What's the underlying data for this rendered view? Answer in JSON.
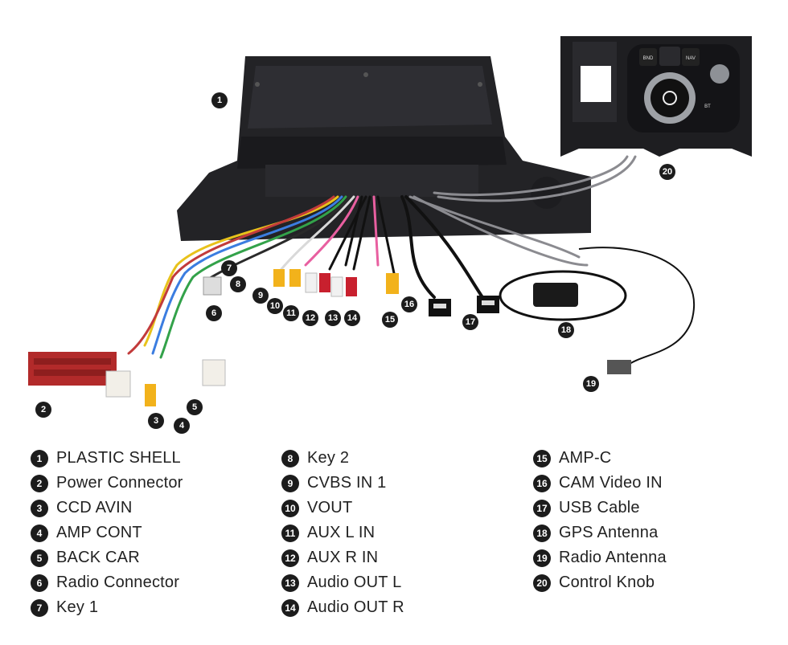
{
  "legend": [
    {
      "num": "1",
      "label": "PLASTIC SHELL"
    },
    {
      "num": "2",
      "label": "Power Connector"
    },
    {
      "num": "3",
      "label": "CCD AVIN"
    },
    {
      "num": "4",
      "label": "AMP CONT"
    },
    {
      "num": "5",
      "label": "BACK CAR"
    },
    {
      "num": "6",
      "label": "Radio Connector"
    },
    {
      "num": "7",
      "label": "Key 1"
    },
    {
      "num": "8",
      "label": "Key 2"
    },
    {
      "num": "9",
      "label": "CVBS IN 1"
    },
    {
      "num": "10",
      "label": "VOUT"
    },
    {
      "num": "11",
      "label": "AUX L IN"
    },
    {
      "num": "12",
      "label": "AUX R IN"
    },
    {
      "num": "13",
      "label": "Audio OUT L"
    },
    {
      "num": "14",
      "label": "Audio OUT R"
    },
    {
      "num": "15",
      "label": "AMP-C"
    },
    {
      "num": "16",
      "label": "CAM Video IN"
    },
    {
      "num": "17",
      "label": "USB Cable"
    },
    {
      "num": "18",
      "label": "GPS Antenna"
    },
    {
      "num": "19",
      "label": "Radio Antenna"
    },
    {
      "num": "20",
      "label": "Control Knob"
    }
  ],
  "knob_panel": {
    "bnd": "BND",
    "nav": "NAV",
    "bt": "BT"
  },
  "colors": {
    "shell": "#232326",
    "connector_red": "#b22a2a",
    "rca_yellow": "#f2b21b",
    "rca_red": "#c8202e",
    "rca_white": "#f1f1f1",
    "cable_gray": "#8b8b90"
  }
}
